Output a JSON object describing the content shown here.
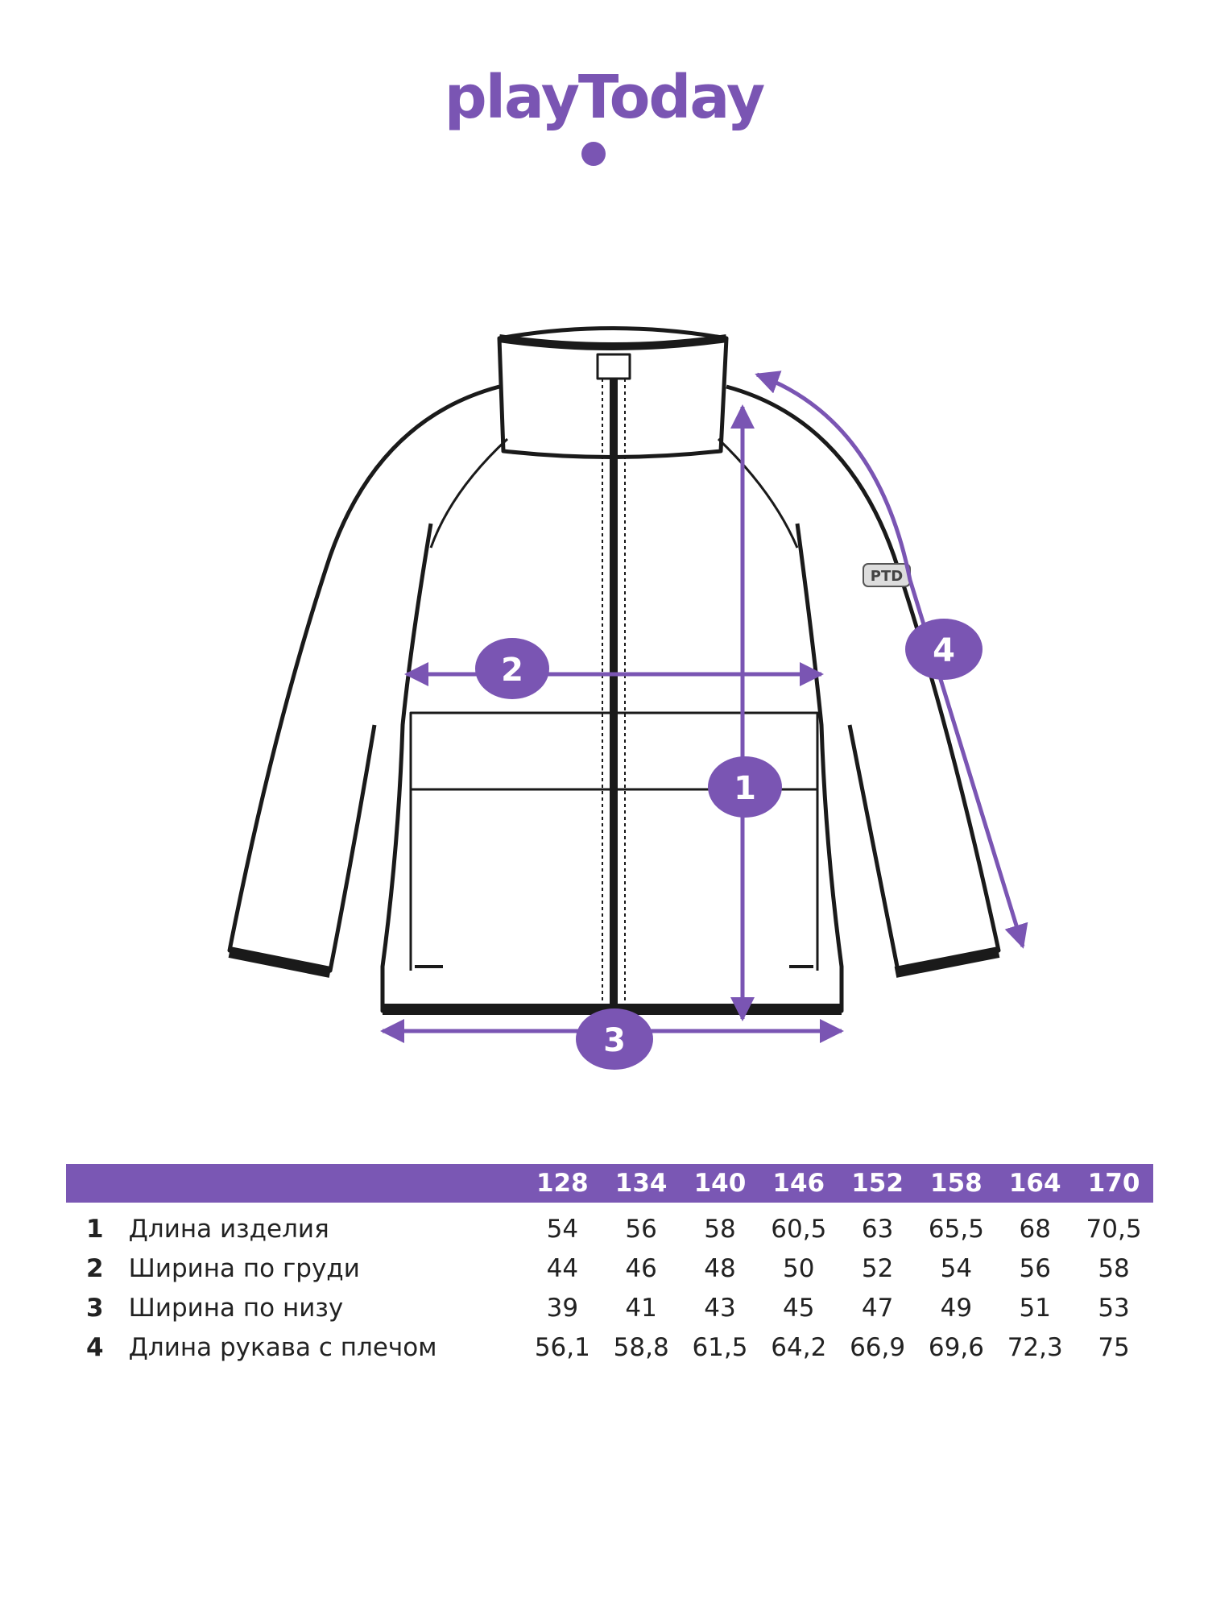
{
  "brand": {
    "logo_text": "playToday",
    "color": "#7a55b3"
  },
  "diagram": {
    "label_tag": "PTD",
    "markers": [
      {
        "id": "1",
        "label": "1"
      },
      {
        "id": "2",
        "label": "2"
      },
      {
        "id": "3",
        "label": "3"
      },
      {
        "id": "4",
        "label": "4"
      }
    ]
  },
  "size_table": {
    "sizes": [
      "128",
      "134",
      "140",
      "146",
      "152",
      "158",
      "164",
      "170"
    ],
    "rows": [
      {
        "num": "1",
        "label": "Длина изделия",
        "values": [
          "54",
          "56",
          "58",
          "60,5",
          "63",
          "65,5",
          "68",
          "70,5"
        ]
      },
      {
        "num": "2",
        "label": "Ширина по груди",
        "values": [
          "44",
          "46",
          "48",
          "50",
          "52",
          "54",
          "56",
          "58"
        ]
      },
      {
        "num": "3",
        "label": "Ширина по низу",
        "values": [
          "39",
          "41",
          "43",
          "45",
          "47",
          "49",
          "51",
          "53"
        ]
      },
      {
        "num": "4",
        "label": "Длина рукава с плечом",
        "values": [
          "56,1",
          "58,8",
          "61,5",
          "64,2",
          "66,9",
          "69,6",
          "72,3",
          "75"
        ]
      }
    ]
  }
}
